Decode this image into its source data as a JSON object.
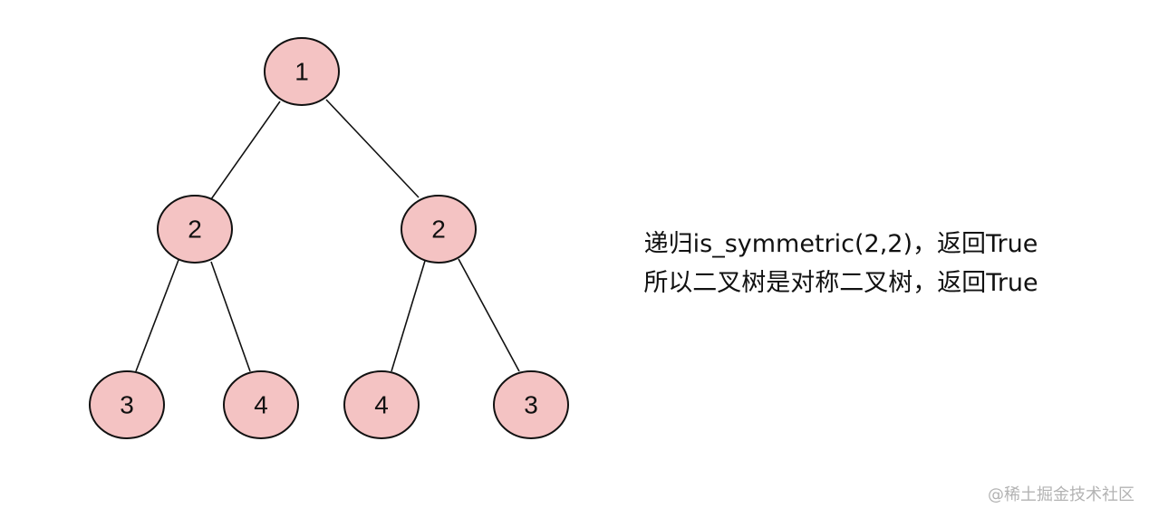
{
  "nodes": {
    "root": "1",
    "left": "2",
    "right": "2",
    "left_left": "3",
    "left_right": "4",
    "right_left": "4",
    "right_right": "3"
  },
  "caption": {
    "line1": "递归is_symmetric(2,2)，返回True",
    "line2": "所以二叉树是对称二叉树，返回True"
  },
  "watermark": "@稀土掘金技术社区",
  "colors": {
    "node_fill": "#f4c3c3",
    "stroke": "#111111",
    "watermark": "#b3b3b3"
  }
}
